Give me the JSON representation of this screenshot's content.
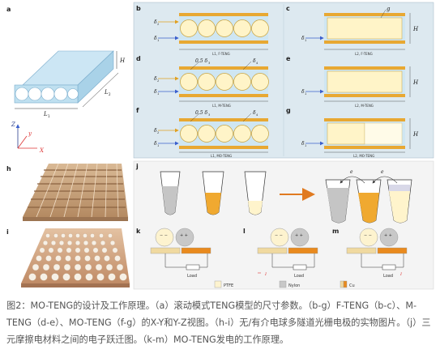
{
  "panels": {
    "a": {
      "label": "a",
      "H": "H",
      "L1": "L",
      "L1_sub": "1",
      "L2": "L",
      "L2_sub": "2",
      "z": "Z",
      "y": "y",
      "x": "X"
    },
    "b": {
      "label": "b",
      "d1": "δ",
      "d1_sub": "1",
      "d2": "δ",
      "d2_sub": "2",
      "bottom": "L1, F-TENG"
    },
    "c": {
      "label": "c",
      "d1": "δ",
      "d1_sub": "1",
      "g": "g",
      "H": "H",
      "bottom": "L2, F-TENG"
    },
    "d": {
      "label": "d",
      "d1": "δ",
      "d1_sub": "1",
      "d2": "δ",
      "d2_sub": "2",
      "ann1": "0.5 δ",
      "ann1_sub": "3",
      "ann2": "δ",
      "ann2_sub": "4",
      "bottom": "L1, M-TENG"
    },
    "e": {
      "label": "e",
      "d1": "δ",
      "d1_sub": "1",
      "H": "H",
      "bottom": "L2, M-TENG"
    },
    "f": {
      "label": "f",
      "d1": "δ",
      "d1_sub": "1",
      "d2": "δ",
      "d2_sub": "2",
      "ann1": "0.5 δ",
      "ann1_sub": "3",
      "ann2": "δ",
      "ann2_sub": "4",
      "bottom": "L1, MO-TENG"
    },
    "g": {
      "label": "g",
      "d1": "δ",
      "d1_sub": "1",
      "H": "H",
      "bottom": "L2, MO-TENG"
    },
    "h": {
      "label": "h"
    },
    "i": {
      "label": "i"
    },
    "j": {
      "label": "j",
      "e1": "e",
      "e2": "e"
    },
    "k": {
      "label": "k",
      "load": "Load"
    },
    "l": {
      "label": "l",
      "load": "Load",
      "current": "I"
    },
    "m": {
      "label": "m",
      "load": "Load",
      "current": "I"
    },
    "legend": {
      "ptfe": "PTFE",
      "nylon": "Nylon",
      "cu": "Cu"
    }
  },
  "colors": {
    "light_blue": "#cfe6f2",
    "orange": "#e98a1e",
    "ptfe": "#fdf3cf",
    "nylon": "#c8c8c8",
    "panel_bg": "#dde9f0",
    "right_bg": "#f3f3f3"
  },
  "caption": "图2：MO-TENG的设计及工作原理。（a）滚动模式TENG模型的尺寸参数。（b-g）F-TENG（b-c）、M-TENG（d-e）、MO-TENG（f-g）的X-Y和Y-Z视图。（h-i）无/有介电球多隧道光栅电极的实物图片。（j）三元摩擦电材料之间的电子跃迁图。（k-m）MO-TENG发电的工作原理。"
}
